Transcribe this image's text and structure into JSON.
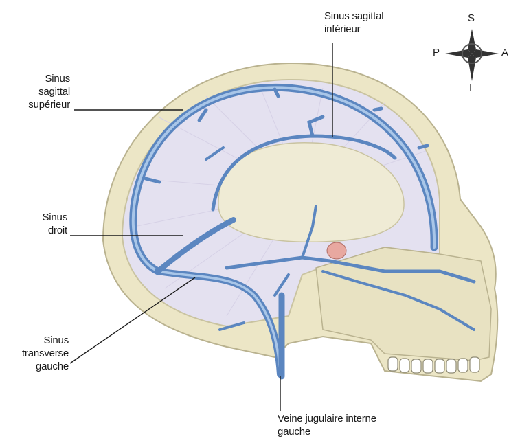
{
  "labels": {
    "sinus_sagittal_inferieur": [
      "Sinus sagittal",
      "inférieur"
    ],
    "sinus_sagittal_superieur": [
      "Sinus",
      "sagittal",
      "supérieur"
    ],
    "sinus_droit": [
      "Sinus",
      "droit"
    ],
    "sinus_transverse_gauche": [
      "Sinus",
      "transverse",
      "gauche"
    ],
    "veine_jugulaire": [
      "Veine jugulaire interne",
      "gauche"
    ]
  },
  "compass": {
    "up": "S",
    "left": "P",
    "right": "A",
    "down": "I"
  },
  "colors": {
    "vein": "#5b86c0",
    "vein_light": "#a9c6e8",
    "skull": "#ece6c6",
    "skull_edge": "#b9b28f",
    "brain_region": "#e4e1f0",
    "corpus": "#efebd5",
    "pituitary": "#e8a8a0"
  }
}
